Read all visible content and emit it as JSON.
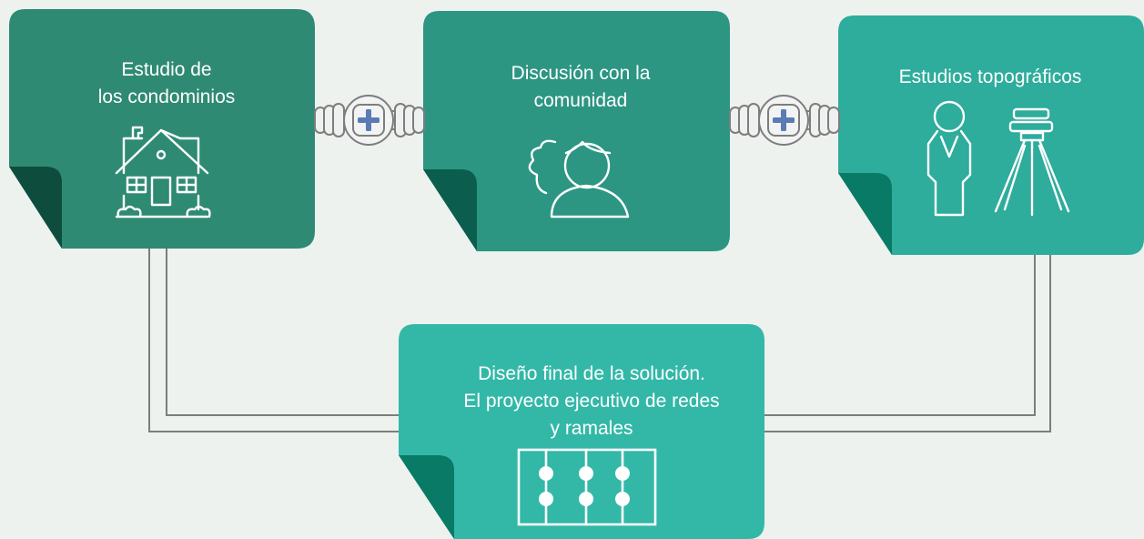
{
  "colors": {
    "background": "#edf2ef",
    "card_dark": "#2f8a73",
    "card_mid": "#2c9683",
    "card_light": "#2eac9c",
    "card_bottom": "#33b8a8",
    "fold_dark": "#0e4d3d",
    "fold_mid": "#0b5e4e",
    "fold_light": "#087a65",
    "connector": "#7d7d7d",
    "plus_icon": "#5b7bb6"
  },
  "steps": [
    {
      "title_lines": [
        "Estudio de",
        "los condominios"
      ],
      "icon": "house-icon"
    },
    {
      "title_lines": [
        "Discusión con la",
        "comunidad"
      ],
      "icon": "community-person-icon"
    },
    {
      "title_lines": [
        "Estudios topográficos"
      ],
      "icon": "surveyor-tripod-icon"
    },
    {
      "title_lines": [
        "Diseño final de la solución.",
        "El proyecto ejecutivo de redes",
        "y ramales"
      ],
      "icon": "network-grid-icon"
    }
  ],
  "connectors": [
    {
      "icon": "plus-icon"
    },
    {
      "icon": "plus-icon"
    }
  ]
}
